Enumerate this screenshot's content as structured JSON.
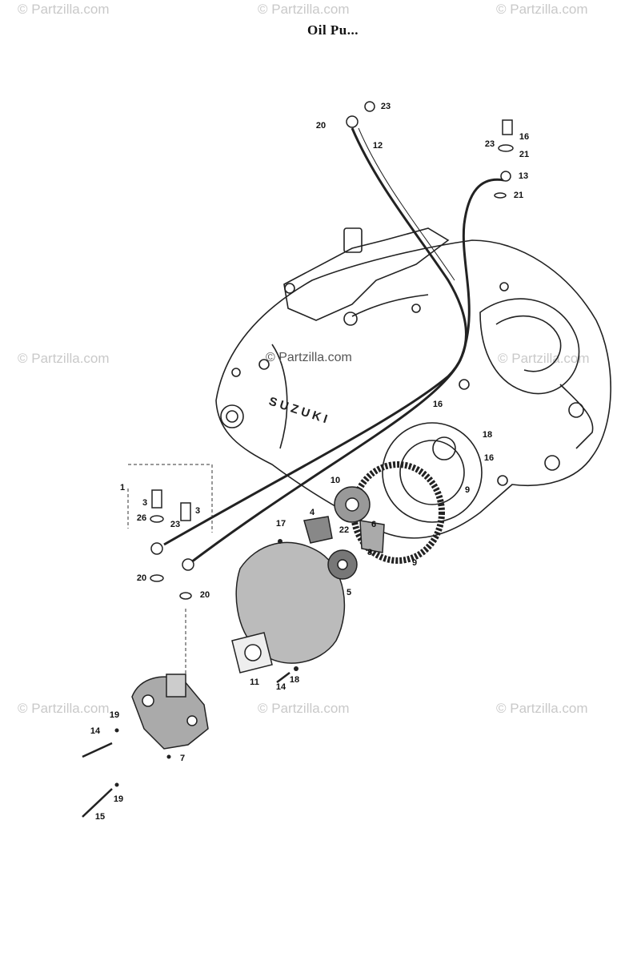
{
  "title": "Oil Pu...",
  "watermarks": [
    "© Partzilla.com",
    "© Partzilla.com",
    "© Partzilla.com",
    "© Partzilla.com",
    "© Partzilla.com",
    "© Partzilla.com",
    "© Partzilla.com",
    "© Partzilla.com"
  ],
  "center_watermark": "© Partzilla.com",
  "crankcase_text": "SUZUKI",
  "callouts": [
    "20",
    "23",
    "12",
    "16",
    "23",
    "21",
    "13",
    "21",
    "16",
    "18",
    "16",
    "10",
    "9",
    "22",
    "8",
    "6",
    "4",
    "17",
    "9",
    "5",
    "11",
    "14",
    "18",
    "3",
    "26",
    "23",
    "3",
    "20",
    "20",
    "1",
    "19",
    "14",
    "7",
    "19",
    "15"
  ]
}
